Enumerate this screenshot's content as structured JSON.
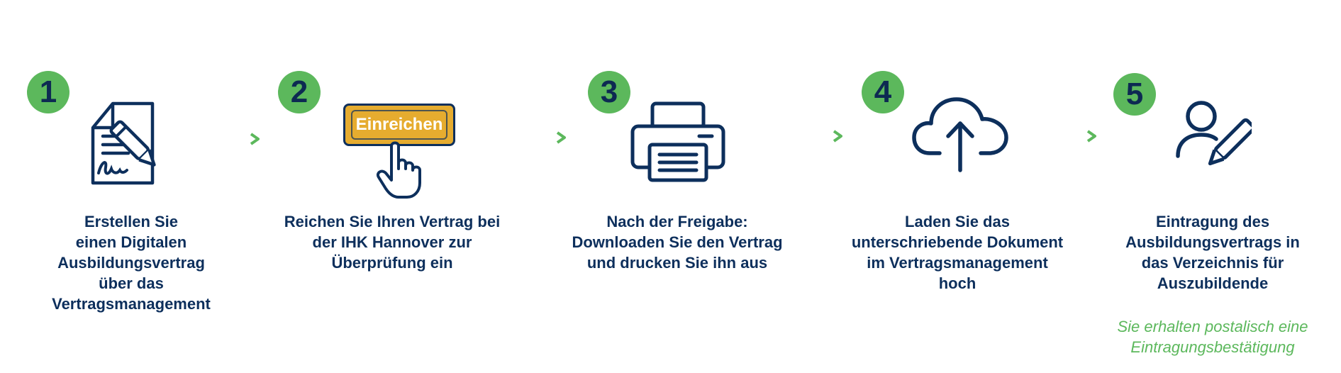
{
  "colors": {
    "navy": "#0d2f5c",
    "green": "#5cb85c",
    "button_yellow": "#e6ac2f"
  },
  "steps": [
    {
      "number": "1",
      "icon": "contract-signature-icon",
      "caption_lines": [
        "Erstellen Sie",
        "einen Digitalen",
        "Ausbildungsvertrag",
        "über das",
        "Vertragsmanagement"
      ]
    },
    {
      "number": "2",
      "icon": "submit-button-click-icon",
      "button_label": "Einreichen",
      "caption_lines": [
        "Reichen Sie Ihren Vertrag bei",
        "der IHK Hannover zur",
        "Überprüfung ein"
      ]
    },
    {
      "number": "3",
      "icon": "printer-icon",
      "caption_lines": [
        "Nach der Freigabe:",
        "Downloaden Sie den Vertrag",
        "und drucken Sie ihn aus"
      ]
    },
    {
      "number": "4",
      "icon": "cloud-upload-icon",
      "caption_lines": [
        "Laden Sie das",
        "unterschriebende Dokument",
        "im Vertragsmanagement",
        "hoch"
      ]
    },
    {
      "number": "5",
      "icon": "user-edit-icon",
      "caption_lines": [
        "Eintragung des",
        "Ausbildungsvertrags in",
        "das Verzeichnis für",
        "Auszubildende"
      ],
      "note_lines": [
        "Sie erhalten postalisch eine",
        "Eintragungsbestätigung"
      ]
    }
  ]
}
